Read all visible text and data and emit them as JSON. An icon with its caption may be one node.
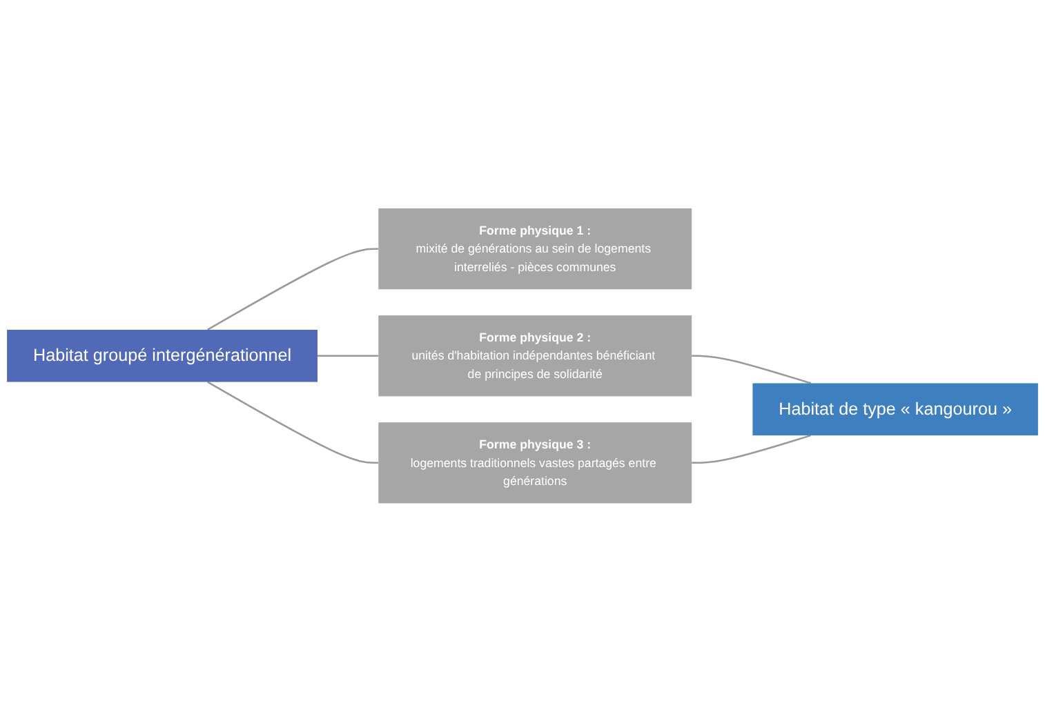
{
  "diagram": {
    "nodes": [
      {
        "text": [
          "Habitat groupé intergénérationnel"
        ]
      },
      {
        "text": [
          "Forme physique 1 :",
          "mixité de générations au sein de logements interreliés - pièces communes"
        ]
      },
      {
        "text": [
          "Forme physique 2 :",
          "unités d'habitation indépendantes bénéficiant de principes de solidarité"
        ]
      },
      {
        "text": [
          "Forme physique 3 :",
          "logements traditionnels vastes partagés entre générations"
        ]
      },
      {
        "text": [
          "Habitat de type « kangourou »"
        ]
      }
    ],
    "edges": [
      {
        "from": 0,
        "to": 1,
        "arrow": "none"
      },
      {
        "from": 0,
        "to": 2,
        "arrow": "none"
      },
      {
        "from": 0,
        "to": 3,
        "arrow": "none"
      },
      {
        "from": 2,
        "to": 4,
        "arrow": "none"
      },
      {
        "from": 3,
        "to": 4,
        "arrow": "none"
      }
    ]
  }
}
